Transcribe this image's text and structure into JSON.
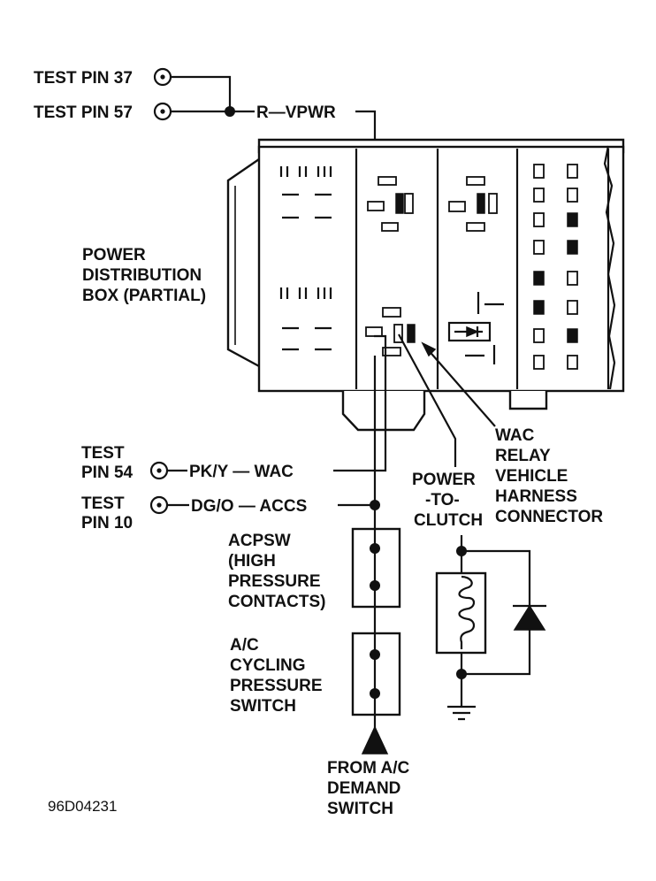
{
  "test_pins": {
    "pin37": "TEST PIN 37",
    "pin57": "TEST PIN 57",
    "pin54_line1": "TEST",
    "pin54_line2": "PIN 54",
    "pin10_line1": "TEST",
    "pin10_line2": "PIN 10"
  },
  "wires": {
    "vpwr": "R—VPWR",
    "wac": "PK/Y — WAC",
    "accs": "DG/O — ACCS"
  },
  "pdb_label": [
    "POWER",
    "DISTRIBUTION",
    "BOX (PARTIAL)"
  ],
  "acpsw_label": [
    "ACPSW",
    "(HIGH",
    "PRESSURE",
    "CONTACTS)"
  ],
  "cycling_label": [
    "A/C",
    "CYCLING",
    "PRESSURE",
    "SWITCH"
  ],
  "demand_label": [
    "FROM A/C",
    "DEMAND",
    "SWITCH"
  ],
  "power_clutch_label": [
    "POWER",
    "-TO-",
    "CLUTCH"
  ],
  "wac_relay_label": [
    "WAC",
    "RELAY",
    "VEHICLE",
    "HARNESS",
    "CONNECTOR"
  ],
  "figure_code": "96D04231"
}
